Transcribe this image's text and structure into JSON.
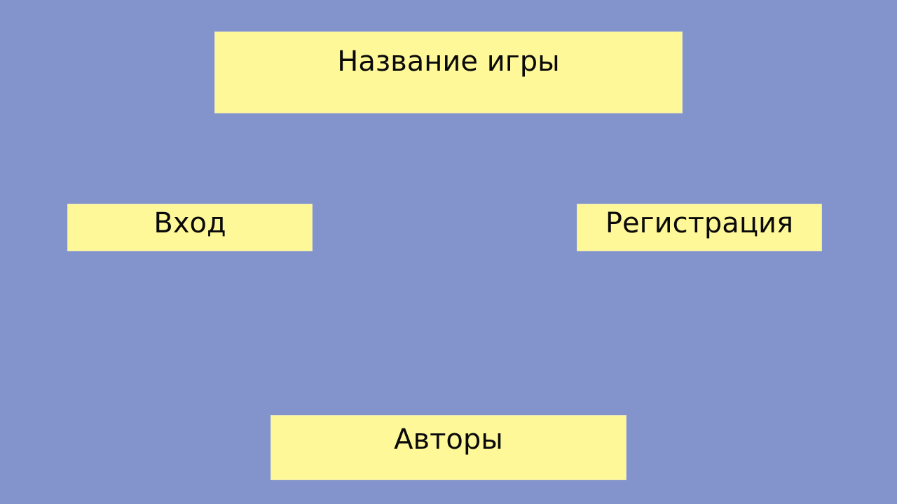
{
  "title": {
    "text": "Название игры"
  },
  "menu": {
    "login_label": "Вход",
    "register_label": "Регистрация",
    "authors_label": "Авторы"
  },
  "colors": {
    "background": "#8393cb",
    "box_fill": "#fff899",
    "text": "#0a0a0a"
  }
}
